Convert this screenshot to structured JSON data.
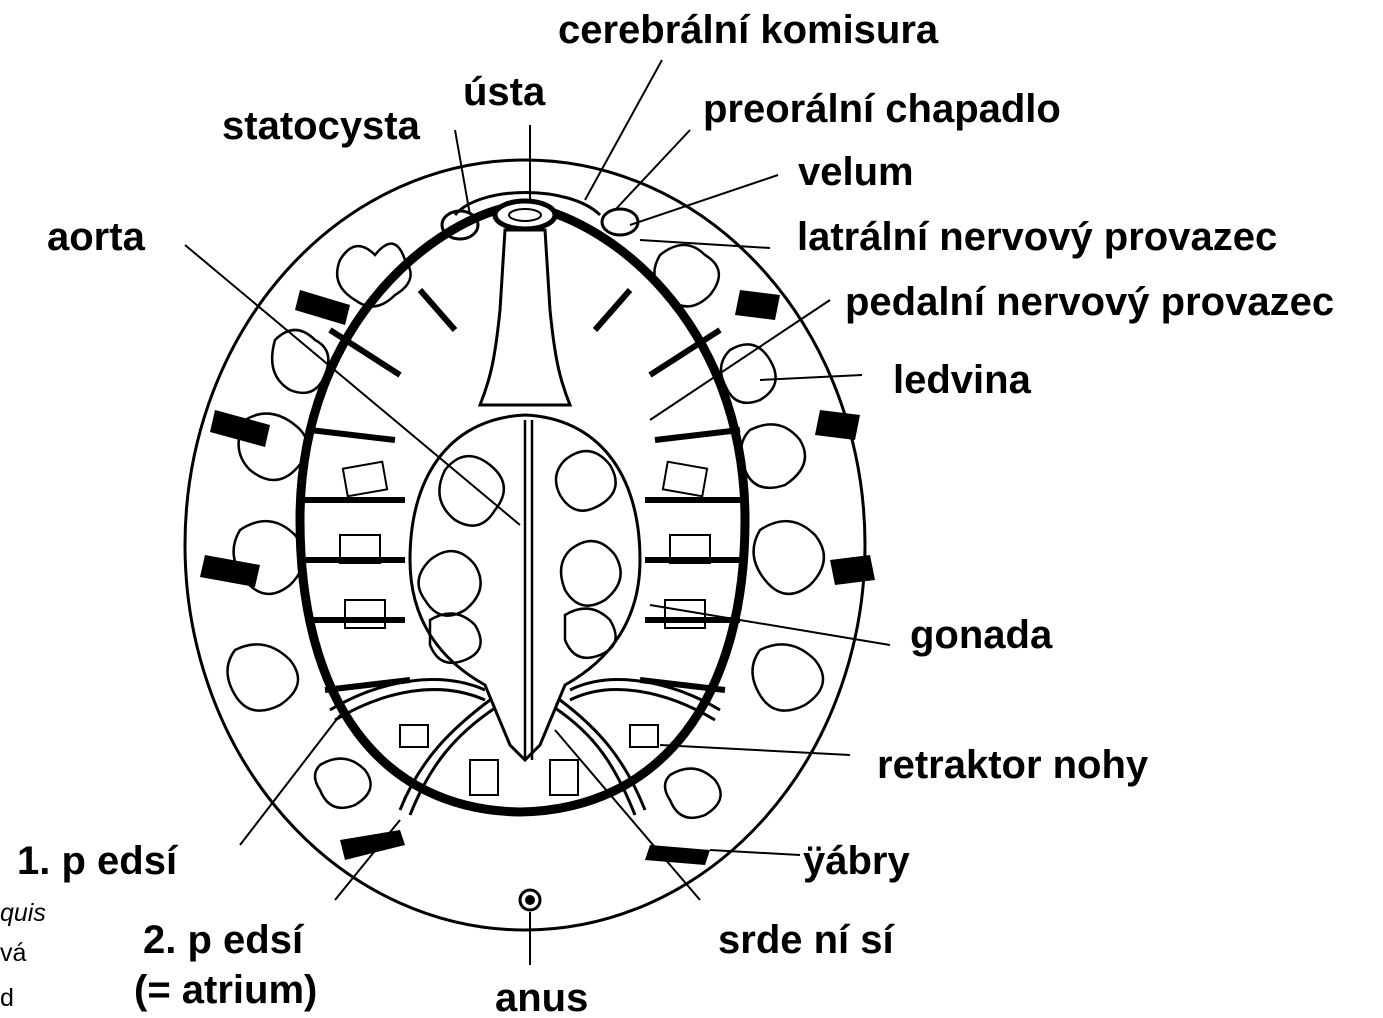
{
  "labels": {
    "cerebral_commissure": "cerebrální komisura",
    "mouth": "ústa",
    "statocyst": "statocysta",
    "preoral_tentacle": "preorální chapadlo",
    "velum": "velum",
    "aorta": "aorta",
    "lateral_nerve_cord": "latrální nervový provazec",
    "pedal_nerve_cord": "pedalní nervový provazec",
    "kidney": "ledvina",
    "gonad": "gonada",
    "foot_retractor": "retraktor nohy",
    "first_atrium": "1. p edsí",
    "gills": "ÿábry",
    "second_atrium": "2. p edsí",
    "second_atrium_note": "(= atrium)",
    "heart_atrium": "srde ní sí",
    "anus": "anus"
  },
  "caption_fragments": {
    "line1": "quis",
    "line2": "vá",
    "line3": "d"
  },
  "colors": {
    "ink": "#000000",
    "paper": "#ffffff"
  }
}
